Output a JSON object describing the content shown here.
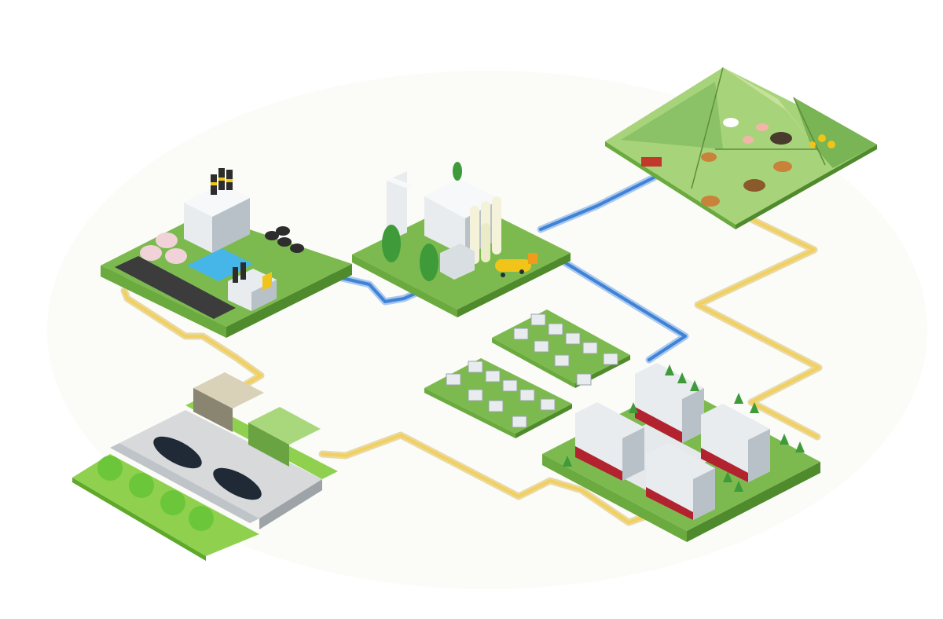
{
  "diagram": {
    "kind": "isometric-infrastructure-illustration",
    "nodes": [
      {
        "id": "power-plant",
        "icon": "industrial-plant-icon"
      },
      {
        "id": "processing-plant",
        "icon": "factory-silos-icon"
      },
      {
        "id": "farm-pasture",
        "icon": "livestock-field-icon"
      },
      {
        "id": "parking-lot",
        "icon": "carport-icon"
      },
      {
        "id": "house-blocks",
        "icon": "houses-icon"
      },
      {
        "id": "apartment-complex",
        "icon": "apartment-icon"
      }
    ],
    "links": [
      {
        "from": "power-plant",
        "to": "processing-plant",
        "pipe": "blue"
      },
      {
        "from": "processing-plant",
        "to": "farm-pasture",
        "pipe": "blue"
      },
      {
        "from": "processing-plant",
        "to": "apartment-complex",
        "pipe": "blue"
      },
      {
        "from": "power-plant",
        "to": "parking-lot",
        "pipe": "yellow"
      },
      {
        "from": "parking-lot",
        "to": "apartment-complex",
        "pipe": "yellow"
      },
      {
        "from": "farm-pasture",
        "to": "apartment-complex",
        "pipe": "yellow"
      }
    ]
  },
  "colors": {
    "background": "#ffffff",
    "grass_top": "#7cba4f",
    "grass_side_light": "#6aaa3e",
    "grass_side_dark": "#4f8a2c",
    "bright_grass_top": "#8fd14f",
    "bright_grass_side": "#5ea82a",
    "road": "#3c3c3c",
    "blue_pipe": "#3f82d6",
    "yellow_pipe": "#f3cf5b",
    "water": "#46b6e8",
    "building_white": "#e8ecef",
    "building_shade": "#b9c1c8",
    "apartment_red": "#b2232f",
    "tree": "#3f9a3a",
    "field_light": "#a7d37a"
  }
}
